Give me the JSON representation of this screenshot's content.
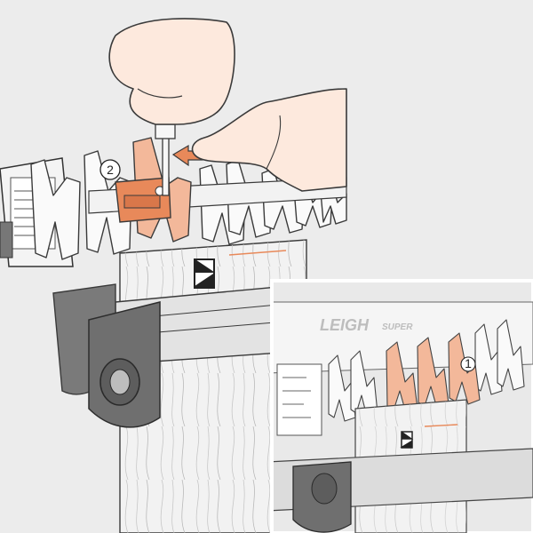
{
  "main_callout": {
    "label": "2"
  },
  "inset_callout": {
    "label": "1"
  },
  "inset": {
    "brand": "LEIGH",
    "brand_sub": "SUPER"
  },
  "colors": {
    "background": "#ececec",
    "highlight_orange": "#e8895a",
    "highlight_light": "#f3b89a",
    "line": "#3a3a3a",
    "metal": "#f7f7f7",
    "dark_gray": "#6f6f6f",
    "inset_bg": "#e9e9e9"
  }
}
